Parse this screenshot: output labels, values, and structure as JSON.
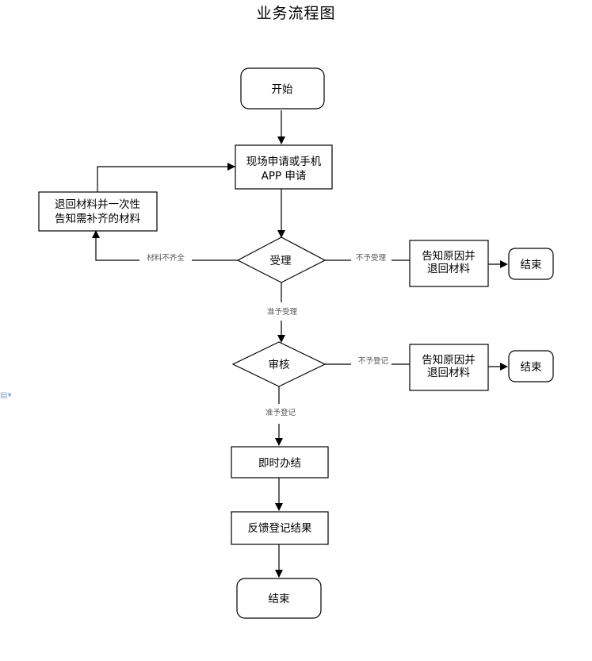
{
  "title": "业务流程图",
  "nodes": {
    "start": "开始",
    "apply_line1": "现场申请或手机",
    "apply_line2": "APP 申请",
    "return_line1": "退回材料并一次性",
    "return_line2": "告知需补齐的材料",
    "accept": "受理",
    "reject1_line1": "告知原因并",
    "reject1_line2": "退回材料",
    "end1": "结束",
    "review": "审核",
    "reject2_line1": "告知原因并",
    "reject2_line2": "退回材料",
    "end2": "结束",
    "process": "即时办结",
    "feedback": "反馈登记结果",
    "end_final": "结束"
  },
  "edge_labels": {
    "incomplete": "材料不齐全",
    "not_accepted": "不予受理",
    "accepted": "准予受理",
    "not_registered": "不予登记",
    "registered": "准予登记"
  }
}
